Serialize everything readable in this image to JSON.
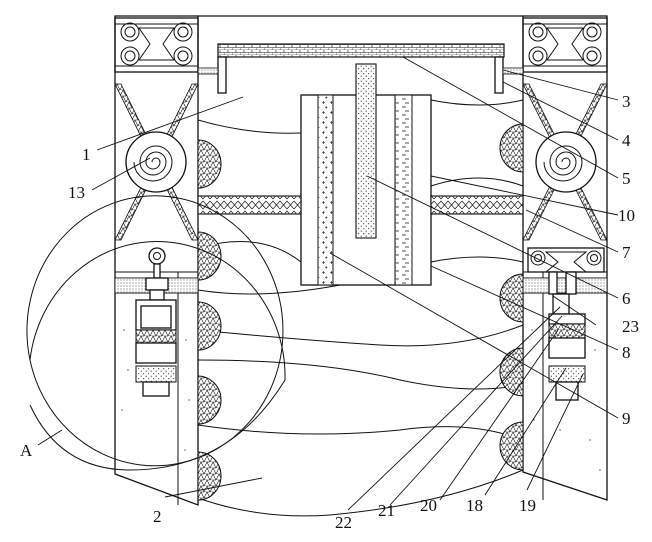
{
  "figure": {
    "callouts": [
      {
        "id": "c1",
        "text": "1"
      },
      {
        "id": "c2",
        "text": "2"
      },
      {
        "id": "c3",
        "text": "3"
      },
      {
        "id": "c4",
        "text": "4"
      },
      {
        "id": "c5",
        "text": "5"
      },
      {
        "id": "c6",
        "text": "6"
      },
      {
        "id": "c7",
        "text": "7"
      },
      {
        "id": "c8",
        "text": "8"
      },
      {
        "id": "c9",
        "text": "9"
      },
      {
        "id": "c10",
        "text": "10"
      },
      {
        "id": "c13",
        "text": "13"
      },
      {
        "id": "c18",
        "text": "18"
      },
      {
        "id": "c19",
        "text": "19"
      },
      {
        "id": "c20",
        "text": "20"
      },
      {
        "id": "c21",
        "text": "21"
      },
      {
        "id": "c22",
        "text": "22"
      },
      {
        "id": "c23",
        "text": "23"
      },
      {
        "id": "cA",
        "text": "A"
      }
    ]
  }
}
